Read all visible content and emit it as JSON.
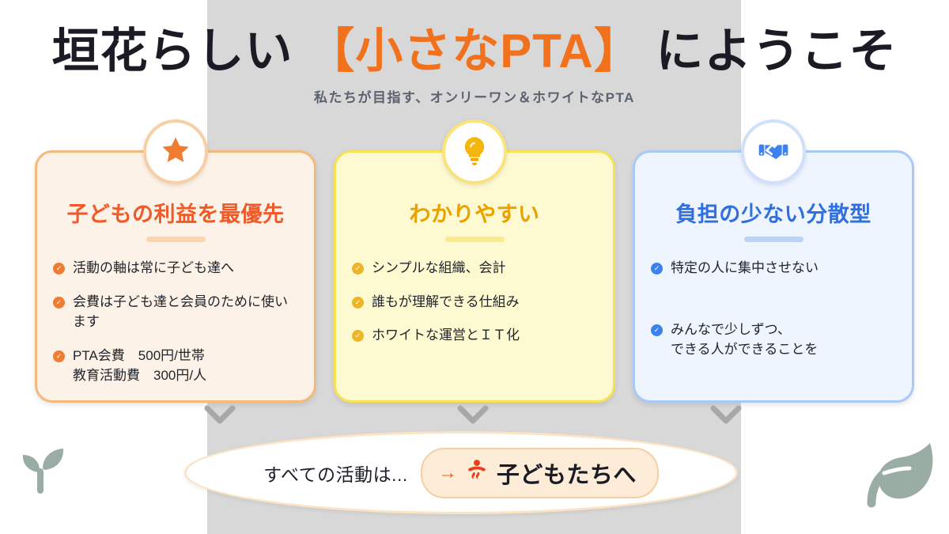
{
  "header": {
    "title_pre": "垣花らしい ",
    "title_highlight": "【小さなPTA】",
    "title_post": " にようこそ",
    "subtitle": "私たちが目指す、オンリーワン＆ホワイトなPTA"
  },
  "colors": {
    "background": "#ffffff",
    "panel": "#d8d8d8",
    "accent_orange": "#f2711c",
    "accent_yellow": "#e9a100",
    "accent_blue": "#2f6fe0",
    "deco_green": "#9aada4",
    "title_dark": "#1b1b25"
  },
  "cards": [
    {
      "id": "card-child-first",
      "icon": "star-icon",
      "title": "子どもの利益を最優先",
      "theme": "orange",
      "bullets": [
        "活動の軸は常に子ども達へ",
        "会費は子ども達と会員のために使います",
        "PTA会費　500円/世帯\n教育活動費　300円/人"
      ]
    },
    {
      "id": "card-easy-to-understand",
      "icon": "lightbulb-icon",
      "title": "わかりやすい",
      "theme": "yellow",
      "bullets": [
        "シンプルな組織、会計",
        "誰もが理解できる仕組み",
        "ホワイトな運営とＩＴ化"
      ]
    },
    {
      "id": "card-distributed-low-burden",
      "icon": "handshake-icon",
      "title": "負担の少ない分散型",
      "theme": "blue",
      "bullets": [
        "特定の人に集中させない",
        "みんなで少しずつ、\nできる人ができることを"
      ]
    }
  ],
  "banner": {
    "label": "すべての活動は...",
    "arrow": "→",
    "pill_icon": "child-icon",
    "pill_text": "子どもたちへ"
  },
  "decorations": [
    {
      "name": "sprout-icon"
    },
    {
      "name": "leaf-icon"
    }
  ],
  "chevrons": {
    "glyph": "v",
    "count": 3
  }
}
